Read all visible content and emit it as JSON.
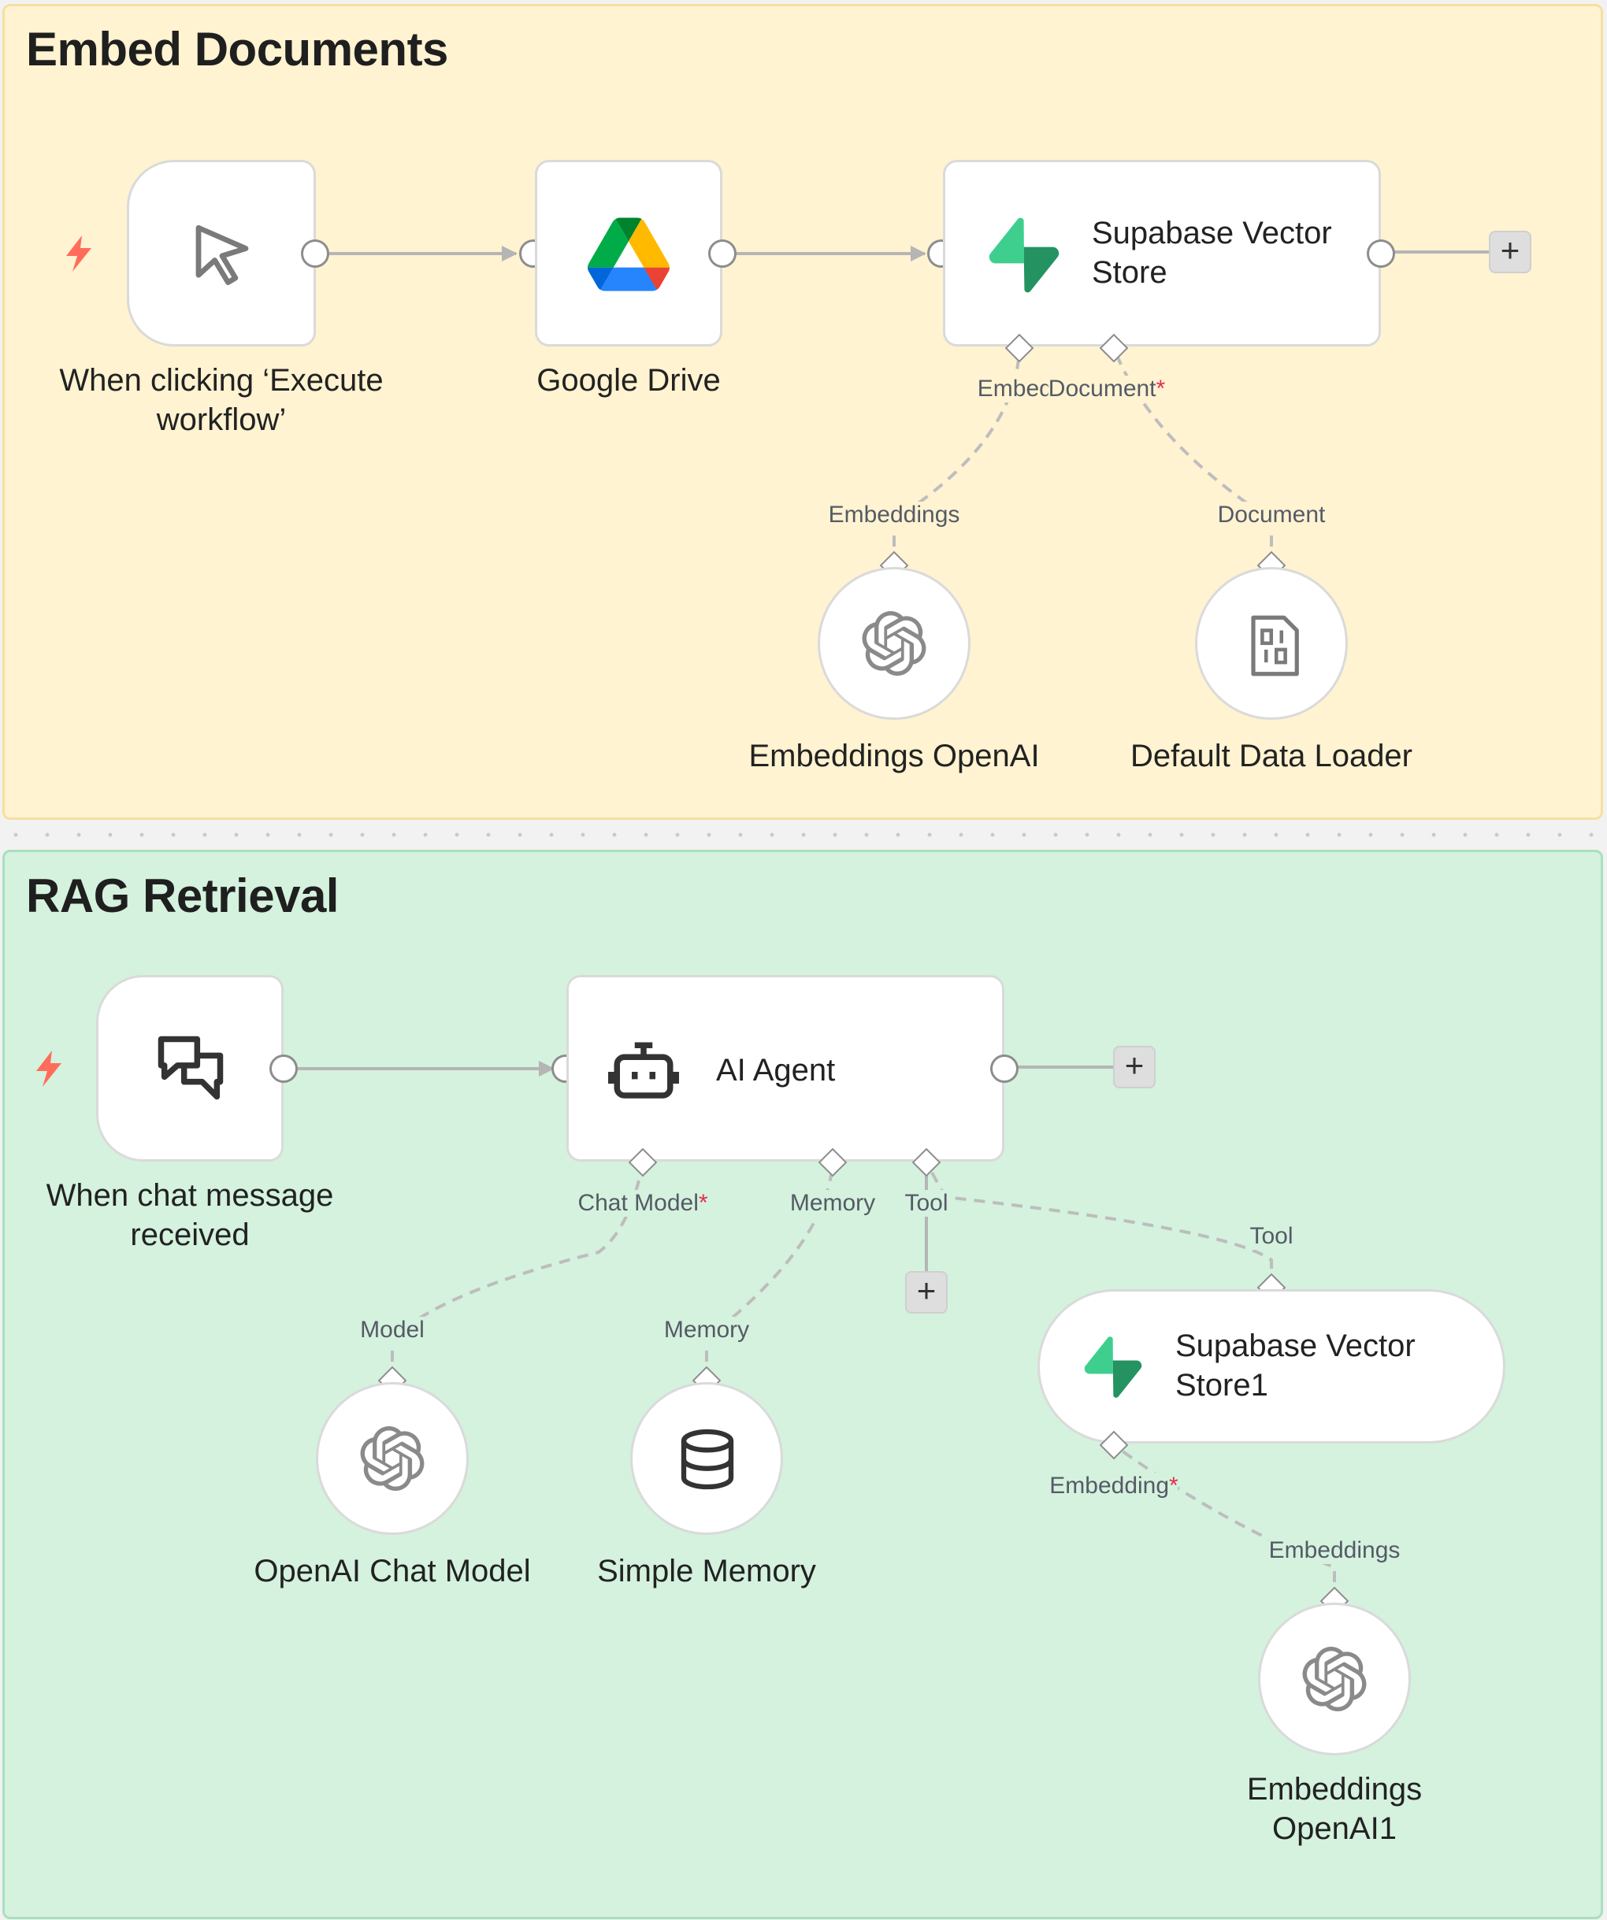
{
  "groups": {
    "embed": {
      "title": "Embed Documents"
    },
    "rag": {
      "title": "RAG Retrieval"
    }
  },
  "nodes": {
    "manual_trigger": {
      "label_line1": "When clicking ‘Execute",
      "label_line2": "workflow’",
      "icon": "cursor-arrow-icon"
    },
    "google_drive": {
      "label": "Google Drive",
      "icon": "google-drive-icon"
    },
    "supabase_store": {
      "title_line1": "Supabase Vector",
      "title_line2": "Store",
      "icon": "supabase-icon",
      "inputs": [
        "Embeddi",
        "Document"
      ]
    },
    "embeddings_openai": {
      "label": "Embeddings OpenAI",
      "icon": "openai-icon",
      "port": "Embeddings"
    },
    "default_loader": {
      "label": "Default Data Loader",
      "icon": "document-binary-icon",
      "port": "Document"
    },
    "chat_trigger": {
      "label_line1": "When chat message",
      "label_line2": "received",
      "icon": "chat-bubbles-icon"
    },
    "ai_agent": {
      "title": "AI Agent",
      "icon": "robot-icon",
      "inputs": [
        "Chat Model",
        "Memory",
        "Tool"
      ]
    },
    "openai_chat": {
      "label": "OpenAI Chat Model",
      "icon": "openai-icon",
      "port": "Model"
    },
    "simple_memory": {
      "label": "Simple Memory",
      "icon": "database-icon",
      "port": "Memory"
    },
    "supabase_store1": {
      "title_line1": "Supabase Vector",
      "title_line2": "Store1",
      "icon": "supabase-icon",
      "port_top": "Tool",
      "input": "Embedding"
    },
    "embeddings_openai1": {
      "label_line1": "Embeddings",
      "label_line2": "OpenAI1",
      "icon": "openai-icon",
      "port": "Embeddings"
    }
  },
  "required_mark": "*",
  "add_label": "+",
  "colors": {
    "embed_bg": "#fff3d1",
    "rag_bg": "#d4f2de",
    "trigger_bolt": "#ff6d5a",
    "supabase": "#3ecf8e"
  }
}
